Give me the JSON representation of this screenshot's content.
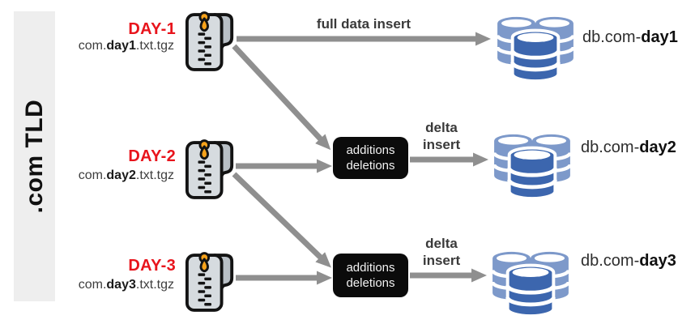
{
  "sidebar": {
    "label": ".com TLD"
  },
  "colors": {
    "red": "#e8141c",
    "arrow": "#8f8f8f",
    "sidebar-bg": "#eeeeee",
    "box-bg": "#0b0b0b",
    "box-text": "#f2f2f2",
    "db-light": "#7d99ca",
    "db-dark": "#3c66ae",
    "zip-body": "#d6dbdf",
    "zip-flap": "#b9c0c6",
    "zip-pull": "#f6a21b"
  },
  "icons": {
    "zip": "zip-archive-icon",
    "db": "database-icon"
  },
  "rows": [
    {
      "day_label": "DAY-1",
      "file": {
        "prefix": "com.",
        "bold": "day1",
        "suffix": ".txt.tgz"
      },
      "flow_label": "full data insert",
      "db": {
        "prefix": "db.com-",
        "bold": "day1"
      }
    },
    {
      "day_label": "DAY-2",
      "file": {
        "prefix": "com.",
        "bold": "day2",
        "suffix": ".txt.tgz"
      },
      "process": {
        "line1": "additions",
        "line2": "deletions"
      },
      "flow_label": {
        "line1": "delta",
        "line2": "insert"
      },
      "db": {
        "prefix": "db.com-",
        "bold": "day2"
      }
    },
    {
      "day_label": "DAY-3",
      "file": {
        "prefix": "com.",
        "bold": "day3",
        "suffix": ".txt.tgz"
      },
      "process": {
        "line1": "additions",
        "line2": "deletions"
      },
      "flow_label": {
        "line1": "delta",
        "line2": "insert"
      },
      "db": {
        "prefix": "db.com-",
        "bold": "day3"
      }
    }
  ]
}
